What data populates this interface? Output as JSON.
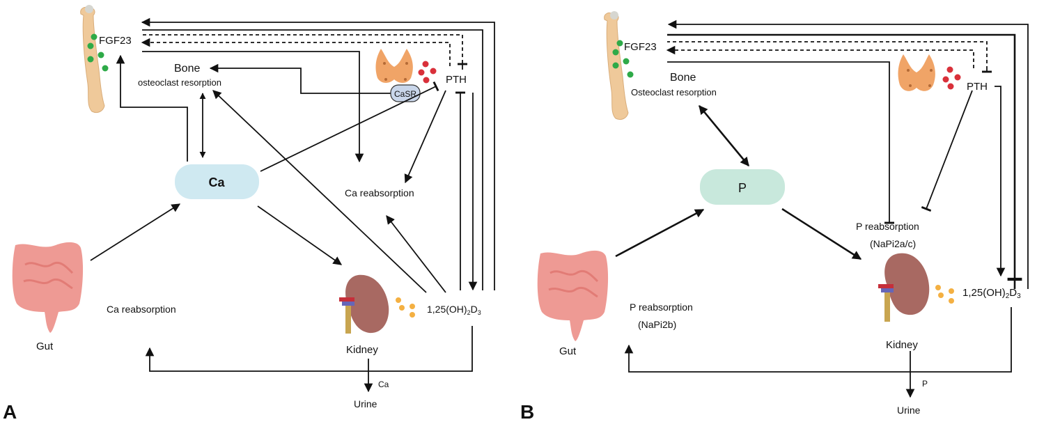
{
  "panel_a": {
    "letter": "A",
    "fgf23": "FGF23",
    "bone": "Bone",
    "bone_sub": "osteoclast resorption",
    "casr": "CaSR",
    "pth": "PTH",
    "center": "Ca",
    "kidney_reabsorption": "Ca reabsorption",
    "gut_reabsorption": "Ca reabsorption",
    "vitd_main": "1,25(OH)",
    "vitd_sub1": "2",
    "vitd_mid": "D",
    "vitd_sub2": "3",
    "gut": "Gut",
    "kidney": "Kidney",
    "urine_mineral": "Ca",
    "urine": "Urine"
  },
  "panel_b": {
    "letter": "B",
    "fgf23": "FGF23",
    "bone": "Bone",
    "bone_sub": "Osteoclast resorption",
    "pth": "PTH",
    "center": "P",
    "kidney_reabsorption": "P reabsorption",
    "kidney_transporter": "(NaPi2a/c)",
    "gut_reabsorption": "P reabsorption",
    "gut_transporter": "(NaPi2b)",
    "vitd_main": "1,25(OH)",
    "vitd_sub1": "2",
    "vitd_mid": "D",
    "vitd_sub2": "3",
    "gut": "Gut",
    "kidney": "Kidney",
    "urine_mineral": "P",
    "urine": "Urine"
  },
  "colors": {
    "ca_pill": "#cfe9f1",
    "p_pill": "#c8e8dc",
    "bone": "#efc99a",
    "fgf23_dots": "#2eaa48",
    "pth_dots": "#d9303a",
    "thyroid": "#f0a467",
    "casr": "#c9d6ea",
    "gut": "#ee9a94",
    "kidney": "#a86962",
    "vitd_dots": "#f4b042"
  }
}
